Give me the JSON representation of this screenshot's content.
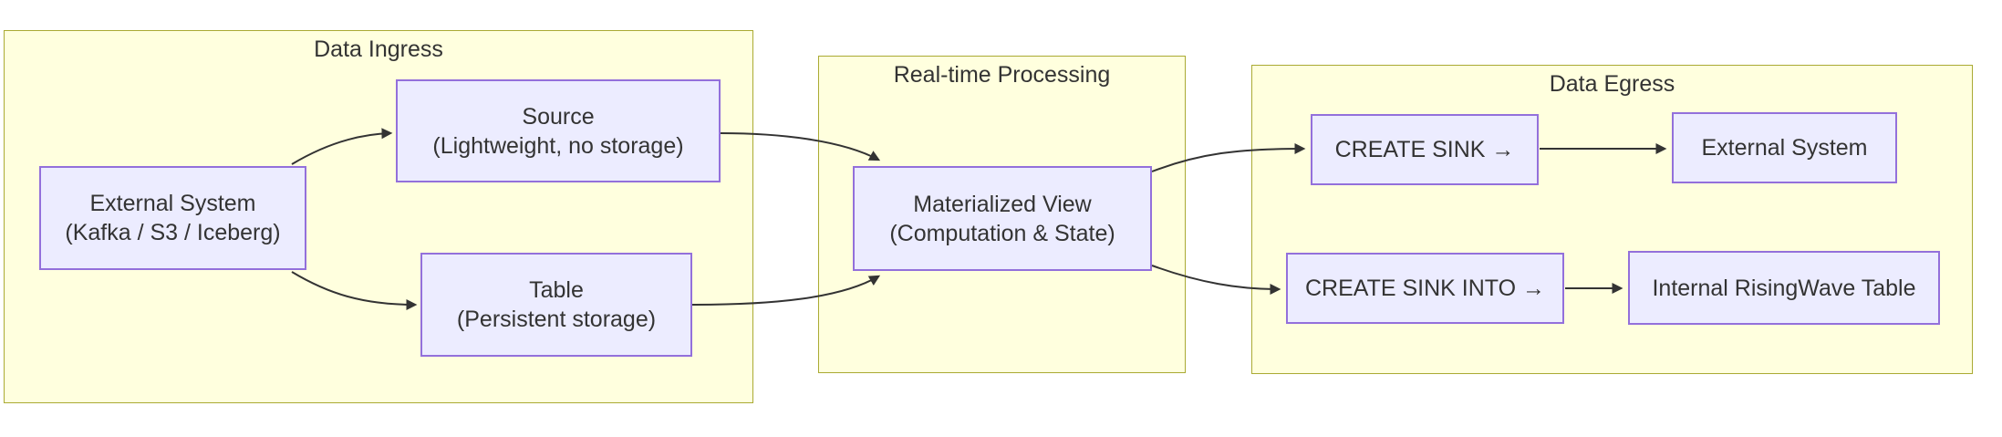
{
  "diagram": {
    "type": "flowchart",
    "clusters": {
      "ingress": {
        "label": "Data Ingress"
      },
      "processing": {
        "label": "Real-time Processing"
      },
      "egress": {
        "label": "Data Egress"
      }
    },
    "nodes": {
      "external_system_in": {
        "lines": [
          "External System",
          "(Kafka / S3 / Iceberg)"
        ]
      },
      "source": {
        "lines": [
          "Source",
          "(Lightweight, no storage)"
        ]
      },
      "table": {
        "lines": [
          "Table",
          "(Persistent storage)"
        ]
      },
      "materialized_view": {
        "lines": [
          "Materialized View",
          "(Computation & State)"
        ]
      },
      "create_sink": {
        "lines": [
          "CREATE SINK →"
        ]
      },
      "external_system_out": {
        "lines": [
          "External System"
        ]
      },
      "create_sink_into": {
        "lines": [
          "CREATE SINK INTO →"
        ]
      },
      "internal_risingwave_table": {
        "lines": [
          "Internal RisingWave Table"
        ]
      }
    },
    "edges": [
      {
        "from": "external_system_in",
        "to": "source"
      },
      {
        "from": "external_system_in",
        "to": "table"
      },
      {
        "from": "source",
        "to": "materialized_view"
      },
      {
        "from": "table",
        "to": "materialized_view"
      },
      {
        "from": "materialized_view",
        "to": "create_sink"
      },
      {
        "from": "materialized_view",
        "to": "create_sink_into"
      },
      {
        "from": "create_sink",
        "to": "external_system_out"
      },
      {
        "from": "create_sink_into",
        "to": "internal_risingwave_table"
      }
    ],
    "colors": {
      "cluster_fill": "#ffffde",
      "cluster_border": "#aaaa33",
      "node_fill": "#ececff",
      "node_border": "#9370db",
      "edge": "#333333",
      "text": "#333333",
      "background": "#ffffff"
    }
  }
}
